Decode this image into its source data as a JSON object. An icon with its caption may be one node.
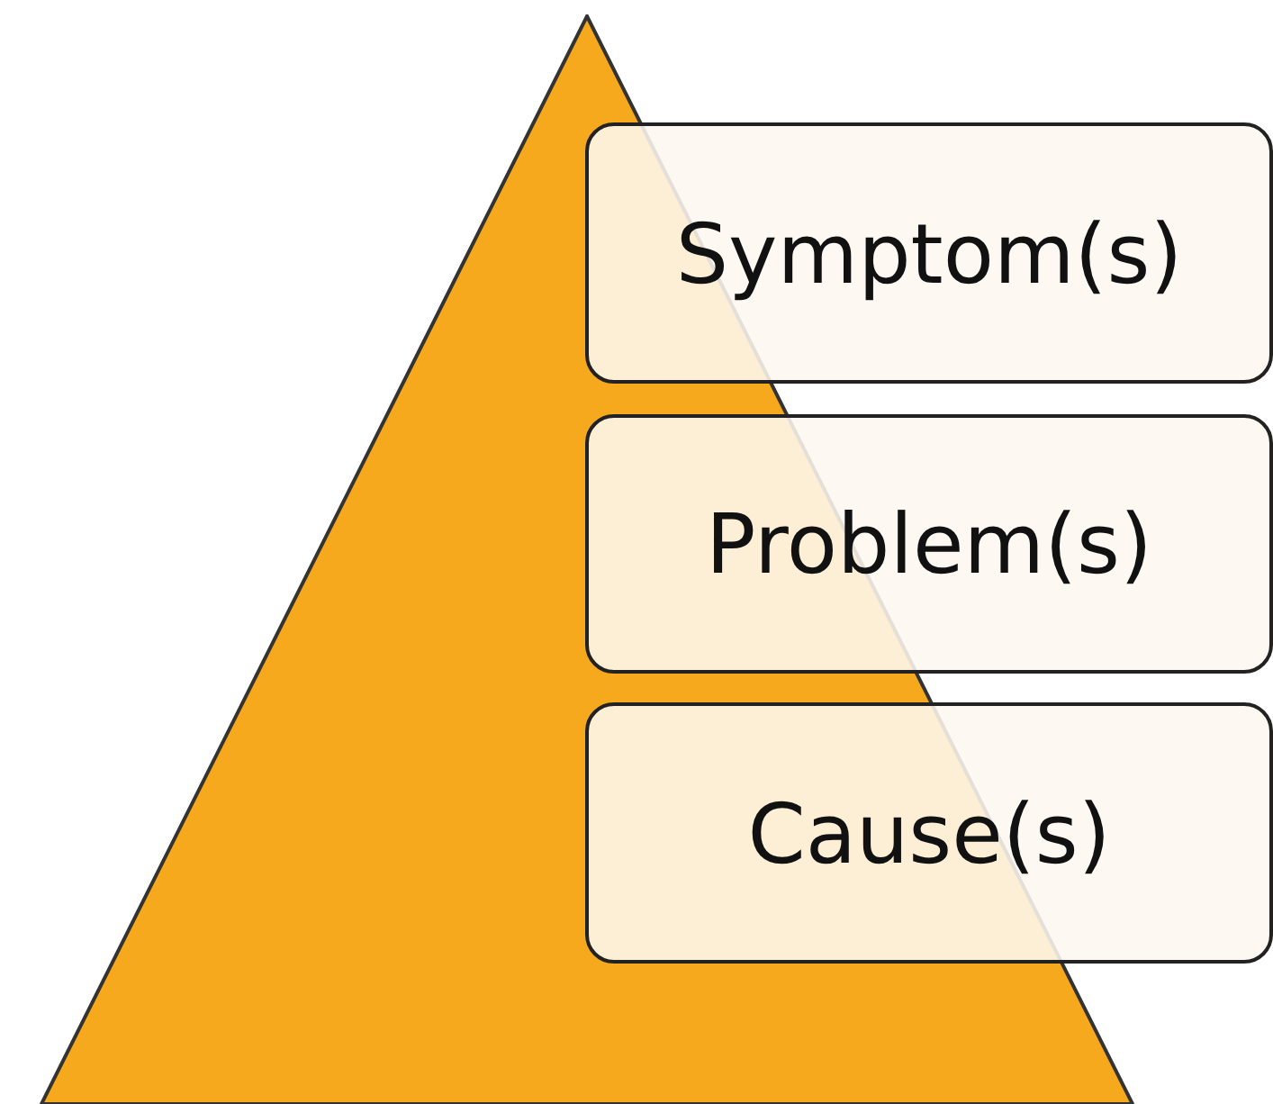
{
  "diagram": {
    "nodes": [
      {
        "text": [],
        "shape": "triangle"
      },
      {
        "text": [
          "Symptom(s)"
        ]
      },
      {
        "text": [
          "Problem(s)"
        ]
      },
      {
        "text": [
          "Cause(s)"
        ]
      }
    ]
  }
}
